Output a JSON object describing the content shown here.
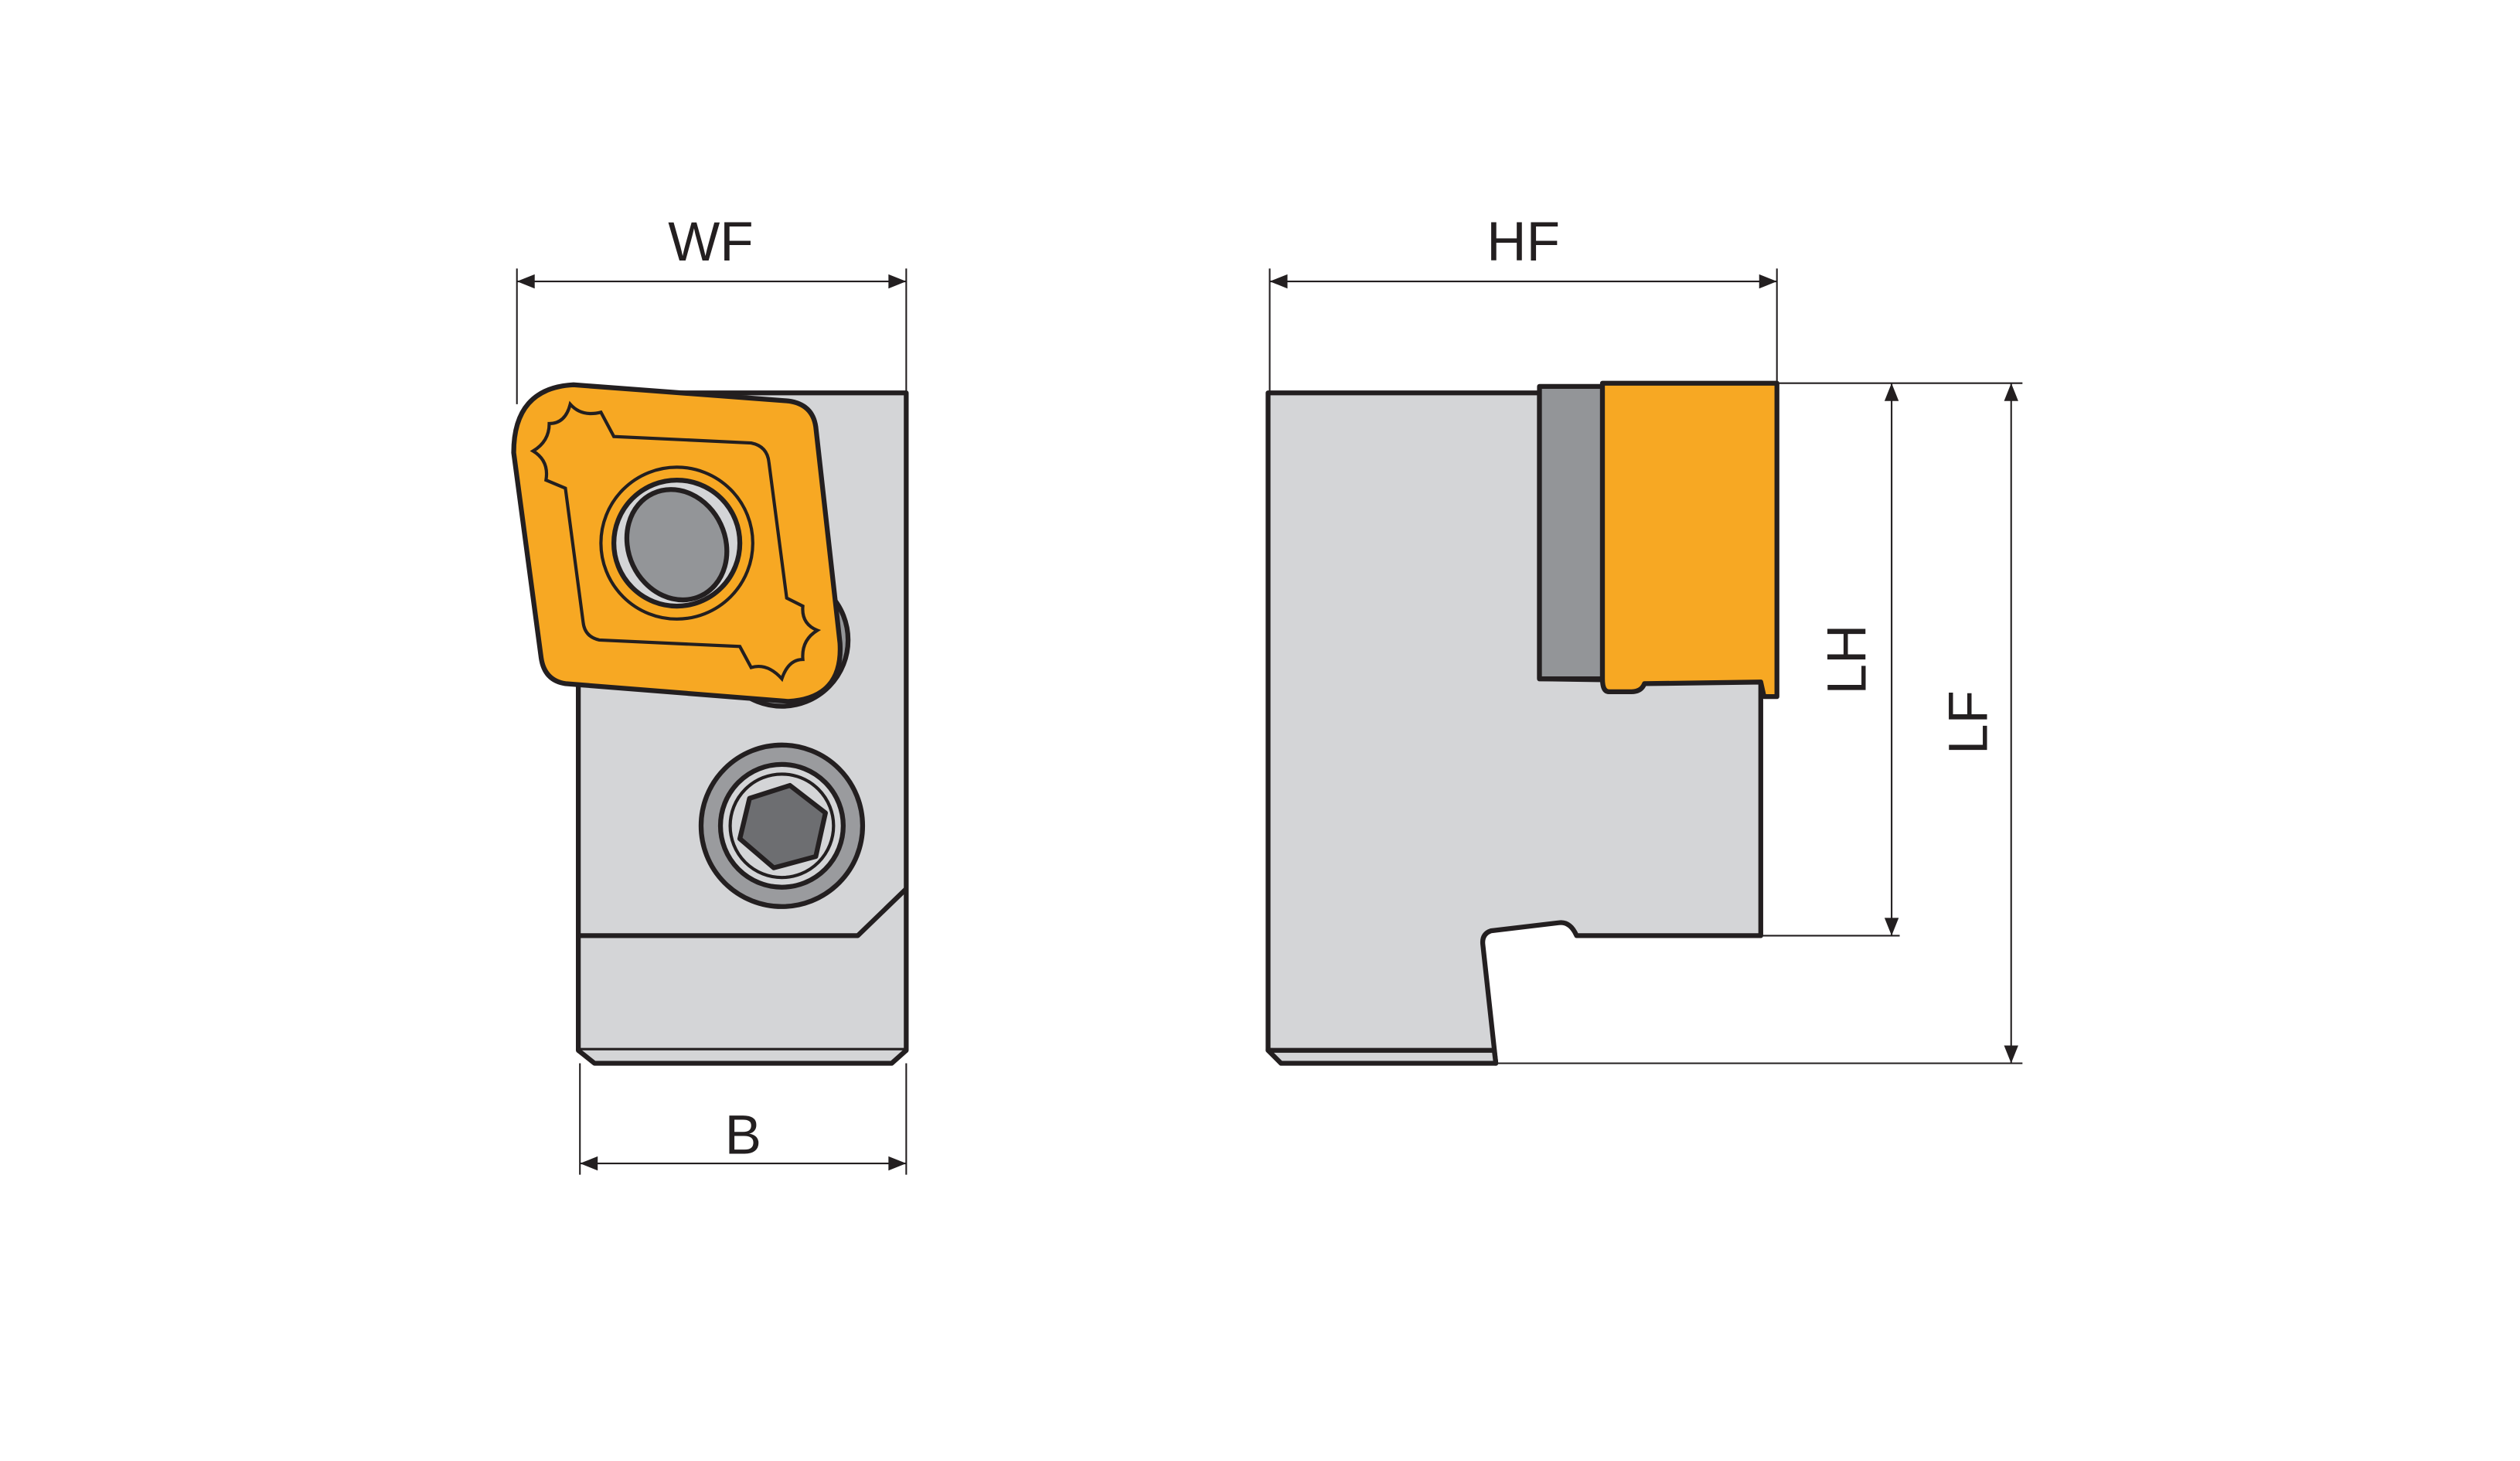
{
  "labels": {
    "wf": "WF",
    "hf": "HF",
    "b": "B",
    "lh": "LH",
    "lf": "LF"
  },
  "colors": {
    "body": "#d4d5d7",
    "insert": "#f7a823",
    "shim": "#939598",
    "outline": "#231f20",
    "screw": "#9a9b9e"
  }
}
